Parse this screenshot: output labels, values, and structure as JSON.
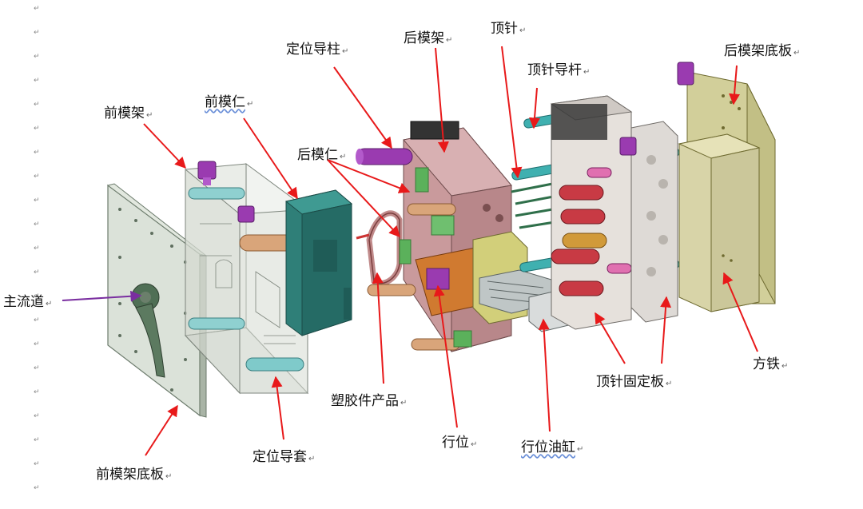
{
  "labels": {
    "zhuliudao": "主流道",
    "qianmojia": "前模架",
    "qianmoren": "前模仁",
    "dingweidaozhu": "定位导柱",
    "houmojia": "后模架",
    "dingzhen": "顶针",
    "dingzhendaogan": "顶针导杆",
    "houmojiadiban": "后模架底板",
    "houmoren": "后模仁",
    "sujiaojian": "塑胶件产品",
    "hangwei": "行位",
    "hangweiyougang": "行位油缸",
    "dingzhengudingban": "顶针固定板",
    "fangtie": "方铁",
    "dingweidaotao": "定位导套",
    "qianmojiadiban": "前模架底板"
  },
  "paragraph_mark": "↵",
  "colors": {
    "arrow_red": "#e8191a",
    "arrow_purple": "#7a2ea0",
    "core_teal": "#2f7f78",
    "frame_clear": "#d9ded6",
    "back_frame_pink": "#c99a9c",
    "back_plate_olive": "#d2cf9a",
    "pin_teal": "#3fb0b0",
    "guide_purple": "#9a3bb0"
  }
}
